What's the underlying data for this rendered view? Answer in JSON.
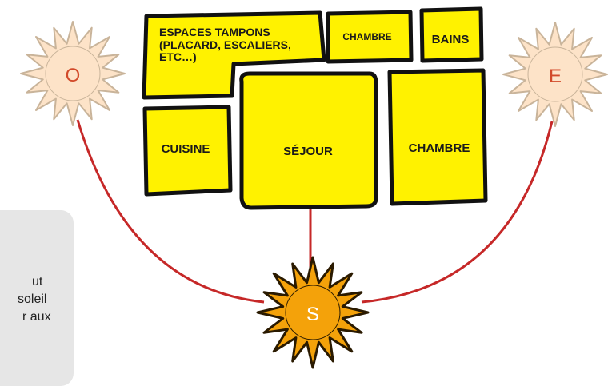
{
  "colors": {
    "room_fill": "#fff200",
    "room_stroke": "#111111",
    "path_line": "#c62828",
    "sun_pale_fill": "#fde3c8",
    "sun_pale_stroke": "#c9b49a",
    "sun_pale_letter": "#d24a2a",
    "sun_bright_fill": "#f4a20a",
    "sun_bright_stroke": "#2a1a00",
    "sun_bright_letter": "#ffffff",
    "caption_bg": "#e6e6e6"
  },
  "rooms": {
    "buffer_line1": "ESPACES TAMPONS",
    "buffer_line2": "(PLACARD, ESCALIERS,",
    "buffer_line3": "ETC…)",
    "chambre_north": "CHAMBRE",
    "bains": "BAINS",
    "cuisine": "CUISINE",
    "sejour": "SÉJOUR",
    "chambre_east": "CHAMBRE"
  },
  "suns": {
    "west": "O",
    "east": "E",
    "south": "S"
  },
  "caption": {
    "line1": "ut",
    "line2": "soleil",
    "line3": "r aux"
  }
}
